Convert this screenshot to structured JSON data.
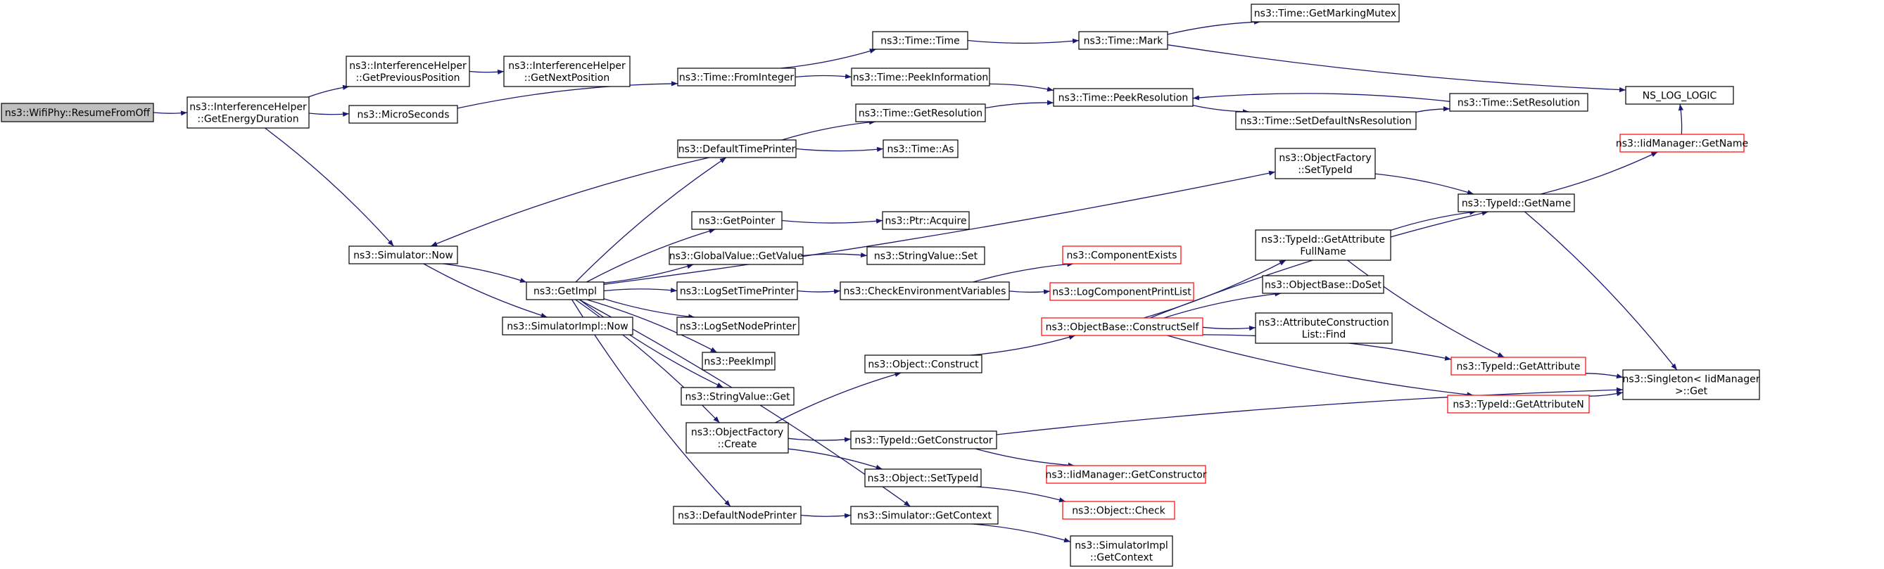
{
  "colors": {
    "edge": "#191970",
    "root_fill": "#bfbfbf",
    "truncated_border": "#ff0000",
    "node_border": "#000000"
  },
  "nodes": {
    "resume": {
      "lines": [
        "ns3::WifiPhy::ResumeFromOff"
      ],
      "kind": "root"
    },
    "getEnergyDuration": {
      "lines": [
        "ns3::InterferenceHelper",
        "::GetEnergyDuration"
      ]
    },
    "getPrevPos": {
      "lines": [
        "ns3::InterferenceHelper",
        "::GetPreviousPosition"
      ]
    },
    "getNextPos": {
      "lines": [
        "ns3::InterferenceHelper",
        "::GetNextPosition"
      ]
    },
    "microSeconds": {
      "lines": [
        "ns3::MicroSeconds"
      ]
    },
    "simNow": {
      "lines": [
        "ns3::Simulator::Now"
      ]
    },
    "getImpl": {
      "lines": [
        "ns3::GetImpl"
      ]
    },
    "simImplNow": {
      "lines": [
        "ns3::SimulatorImpl::Now"
      ]
    },
    "fromInteger": {
      "lines": [
        "ns3::Time::FromInteger"
      ]
    },
    "timeTime": {
      "lines": [
        "ns3::Time::Time"
      ]
    },
    "peekInfo": {
      "lines": [
        "ns3::Time::PeekInformation"
      ]
    },
    "timeMark": {
      "lines": [
        "ns3::Time::Mark"
      ]
    },
    "markingMutex": {
      "lines": [
        "ns3::Time::GetMarkingMutex"
      ]
    },
    "peekRes": {
      "lines": [
        "ns3::Time::PeekResolution"
      ]
    },
    "setDefaultNsRes": {
      "lines": [
        "ns3::Time::SetDefaultNsResolution"
      ]
    },
    "setRes": {
      "lines": [
        "ns3::Time::SetResolution"
      ]
    },
    "nsLogLogic": {
      "lines": [
        "NS_LOG_LOGIC"
      ]
    },
    "defaultTimePrinter": {
      "lines": [
        "ns3::DefaultTimePrinter"
      ]
    },
    "getRes": {
      "lines": [
        "ns3::Time::GetResolution"
      ]
    },
    "timeAs": {
      "lines": [
        "ns3::Time::As"
      ]
    },
    "ofSetTypeId": {
      "lines": [
        "ns3::ObjectFactory",
        "::SetTypeId"
      ]
    },
    "typeIdGetName": {
      "lines": [
        "ns3::TypeId::GetName"
      ]
    },
    "iidGetName": {
      "lines": [
        "ns3::IidManager::GetName"
      ],
      "kind": "trunc"
    },
    "getPointer": {
      "lines": [
        "ns3::GetPointer"
      ]
    },
    "ptrAcquire": {
      "lines": [
        "ns3::Ptr::Acquire"
      ]
    },
    "gvGetValue": {
      "lines": [
        "ns3::GlobalValue::GetValue"
      ]
    },
    "svSet": {
      "lines": [
        "ns3::StringValue::Set"
      ]
    },
    "logSetTimePrinter": {
      "lines": [
        "ns3::LogSetTimePrinter"
      ]
    },
    "checkEnvVars": {
      "lines": [
        "ns3::CheckEnvironmentVariables"
      ]
    },
    "componentExists": {
      "lines": [
        "ns3::ComponentExists"
      ],
      "kind": "trunc"
    },
    "logCompPrintList": {
      "lines": [
        "ns3::LogComponentPrintList"
      ],
      "kind": "trunc"
    },
    "logSetNodePrinter": {
      "lines": [
        "ns3::LogSetNodePrinter"
      ]
    },
    "peekImpl": {
      "lines": [
        "ns3::PeekImpl"
      ]
    },
    "svGet": {
      "lines": [
        "ns3::StringValue::Get"
      ]
    },
    "ofCreate": {
      "lines": [
        "ns3::ObjectFactory",
        "::Create"
      ]
    },
    "defaultNodePrinter": {
      "lines": [
        "ns3::DefaultNodePrinter"
      ]
    },
    "getAttrFullName": {
      "lines": [
        "ns3::TypeId::GetAttribute",
        "FullName"
      ]
    },
    "obDoSet": {
      "lines": [
        "ns3::ObjectBase::DoSet"
      ]
    },
    "constructSelf": {
      "lines": [
        "ns3::ObjectBase::ConstructSelf"
      ],
      "kind": "trunc"
    },
    "acListFind": {
      "lines": [
        "ns3::AttributeConstruction",
        "List::Find"
      ]
    },
    "objConstruct": {
      "lines": [
        "ns3::Object::Construct"
      ]
    },
    "getAttribute": {
      "lines": [
        "ns3::TypeId::GetAttribute"
      ],
      "kind": "trunc"
    },
    "getAttributeN": {
      "lines": [
        "ns3::TypeId::GetAttributeN"
      ],
      "kind": "trunc"
    },
    "singletonGet": {
      "lines": [
        "ns3::Singleton< IidManager",
        " >::Get"
      ]
    },
    "getConstructor": {
      "lines": [
        "ns3::TypeId::GetConstructor"
      ]
    },
    "iidGetConstructor": {
      "lines": [
        "ns3::IidManager::GetConstructor"
      ],
      "kind": "trunc"
    },
    "objSetTypeId": {
      "lines": [
        "ns3::Object::SetTypeId"
      ]
    },
    "objCheck": {
      "lines": [
        "ns3::Object::Check"
      ],
      "kind": "trunc"
    },
    "simGetContext": {
      "lines": [
        "ns3::Simulator::GetContext"
      ]
    },
    "simImplGetContext": {
      "lines": [
        "ns3::SimulatorImpl",
        "::GetContext"
      ]
    }
  },
  "edges": [
    [
      "resume",
      "getEnergyDuration"
    ],
    [
      "getEnergyDuration",
      "getPrevPos"
    ],
    [
      "getEnergyDuration",
      "microSeconds"
    ],
    [
      "getEnergyDuration",
      "simNow"
    ],
    [
      "getPrevPos",
      "getNextPos"
    ],
    [
      "microSeconds",
      "fromInteger"
    ],
    [
      "fromInteger",
      "timeTime"
    ],
    [
      "fromInteger",
      "peekInfo"
    ],
    [
      "timeTime",
      "timeMark"
    ],
    [
      "timeMark",
      "markingMutex"
    ],
    [
      "timeMark",
      "nsLogLogic"
    ],
    [
      "peekInfo",
      "peekRes"
    ],
    [
      "peekRes",
      "setDefaultNsRes"
    ],
    [
      "setDefaultNsRes",
      "setRes"
    ],
    [
      "setRes",
      "peekRes"
    ],
    [
      "getRes",
      "peekRes"
    ],
    [
      "defaultTimePrinter",
      "simNow"
    ],
    [
      "defaultTimePrinter",
      "getRes"
    ],
    [
      "defaultTimePrinter",
      "timeAs"
    ],
    [
      "simNow",
      "getImpl"
    ],
    [
      "simNow",
      "simImplNow"
    ],
    [
      "getImpl",
      "defaultTimePrinter"
    ],
    [
      "getImpl",
      "ofSetTypeId"
    ],
    [
      "getImpl",
      "getPointer"
    ],
    [
      "getImpl",
      "gvGetValue"
    ],
    [
      "getImpl",
      "logSetTimePrinter"
    ],
    [
      "getImpl",
      "logSetNodePrinter"
    ],
    [
      "getImpl",
      "peekImpl"
    ],
    [
      "getImpl",
      "svGet"
    ],
    [
      "getImpl",
      "ofCreate"
    ],
    [
      "getImpl",
      "defaultNodePrinter"
    ],
    [
      "getImpl",
      "simGetContext"
    ],
    [
      "getPointer",
      "ptrAcquire"
    ],
    [
      "gvGetValue",
      "svSet"
    ],
    [
      "logSetTimePrinter",
      "checkEnvVars"
    ],
    [
      "checkEnvVars",
      "componentExists"
    ],
    [
      "checkEnvVars",
      "logCompPrintList"
    ],
    [
      "ofSetTypeId",
      "typeIdGetName"
    ],
    [
      "typeIdGetName",
      "iidGetName"
    ],
    [
      "typeIdGetName",
      "singletonGet"
    ],
    [
      "iidGetName",
      "nsLogLogic"
    ],
    [
      "ofCreate",
      "objConstruct"
    ],
    [
      "ofCreate",
      "getConstructor"
    ],
    [
      "ofCreate",
      "objSetTypeId"
    ],
    [
      "objConstruct",
      "constructSelf"
    ],
    [
      "constructSelf",
      "typeIdGetName"
    ],
    [
      "constructSelf",
      "getAttrFullName"
    ],
    [
      "constructSelf",
      "obDoSet"
    ],
    [
      "constructSelf",
      "acListFind"
    ],
    [
      "constructSelf",
      "getAttribute"
    ],
    [
      "constructSelf",
      "getAttributeN"
    ],
    [
      "getAttrFullName",
      "typeIdGetName"
    ],
    [
      "getAttrFullName",
      "getAttribute"
    ],
    [
      "getAttribute",
      "singletonGet"
    ],
    [
      "getAttributeN",
      "singletonGet"
    ],
    [
      "getConstructor",
      "singletonGet"
    ],
    [
      "getConstructor",
      "iidGetConstructor"
    ],
    [
      "objSetTypeId",
      "objCheck"
    ],
    [
      "defaultNodePrinter",
      "simGetContext"
    ],
    [
      "simGetContext",
      "simImplGetContext"
    ]
  ]
}
